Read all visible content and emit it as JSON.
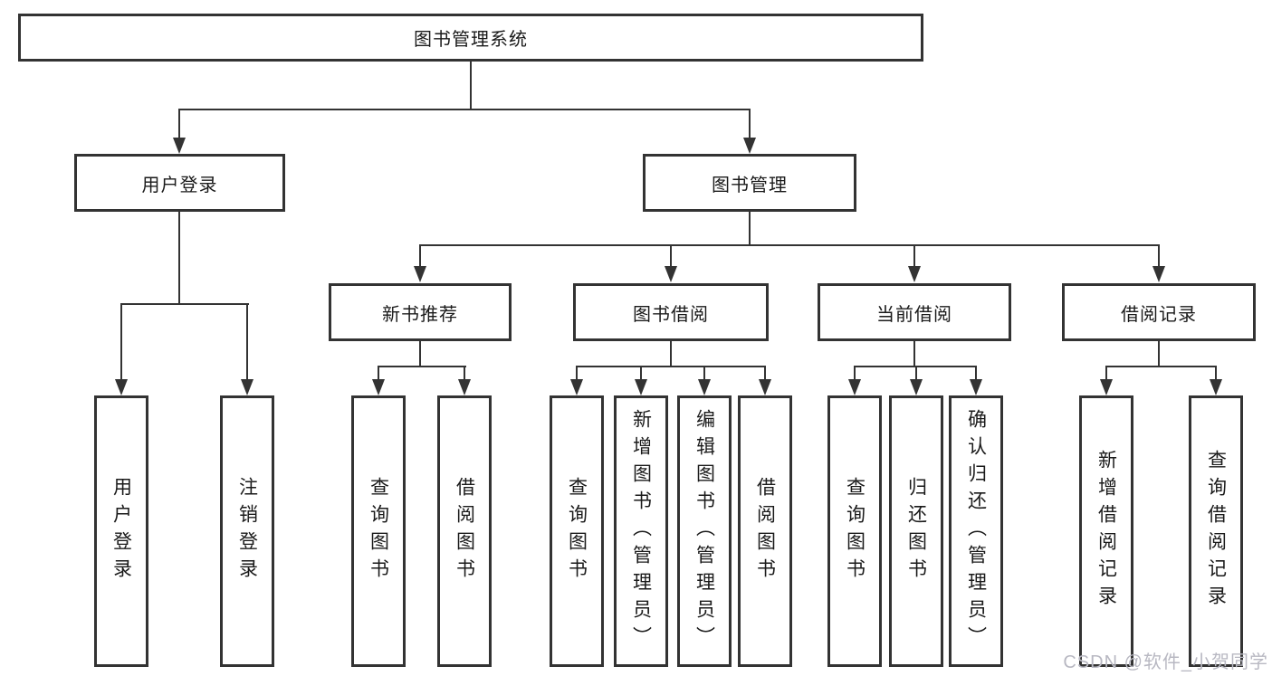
{
  "diagram": {
    "title": "图书管理系统",
    "type": "hierarchy-tree",
    "nodes": {
      "root": "图书管理系统",
      "user_login": "用户登录",
      "book_management": "图书管理",
      "new_book_recommend": "新书推荐",
      "book_borrowing": "图书借阅",
      "current_borrowing": "当前借阅",
      "borrowing_records": "借阅记录",
      "user_leaves": [
        "用户登录",
        "注销登录"
      ],
      "new_book_leaves": [
        "查询图书",
        "借阅图书"
      ],
      "borrowing_leaves": [
        "查询图书",
        "新增图书（管理员）",
        "编辑图书（管理员）",
        "借阅图书"
      ],
      "current_leaves": [
        "查询图书",
        "归还图书",
        "确认归还（管理员）"
      ],
      "record_leaves": [
        "新增借阅记录",
        "查询借阅记录"
      ]
    },
    "hierarchy": {
      "图书管理系统": {
        "用户登录": [
          "用户登录",
          "注销登录"
        ],
        "图书管理": {
          "新书推荐": [
            "查询图书",
            "借阅图书"
          ],
          "图书借阅": [
            "查询图书",
            "新增图书（管理员）",
            "编辑图书（管理员）",
            "借阅图书"
          ],
          "当前借阅": [
            "查询图书",
            "归还图书",
            "确认归还（管理员）"
          ],
          "借阅记录": [
            "新增借阅记录",
            "查询借阅记录"
          ]
        }
      }
    },
    "colors": {
      "line": "#333333",
      "box_border": "#333333",
      "box_fill": "#ffffff",
      "text": "#1a1a1a",
      "watermark": "#b8b8c2",
      "background": "#ffffff"
    }
  },
  "watermark": "CSDN @软件_小贺同学"
}
